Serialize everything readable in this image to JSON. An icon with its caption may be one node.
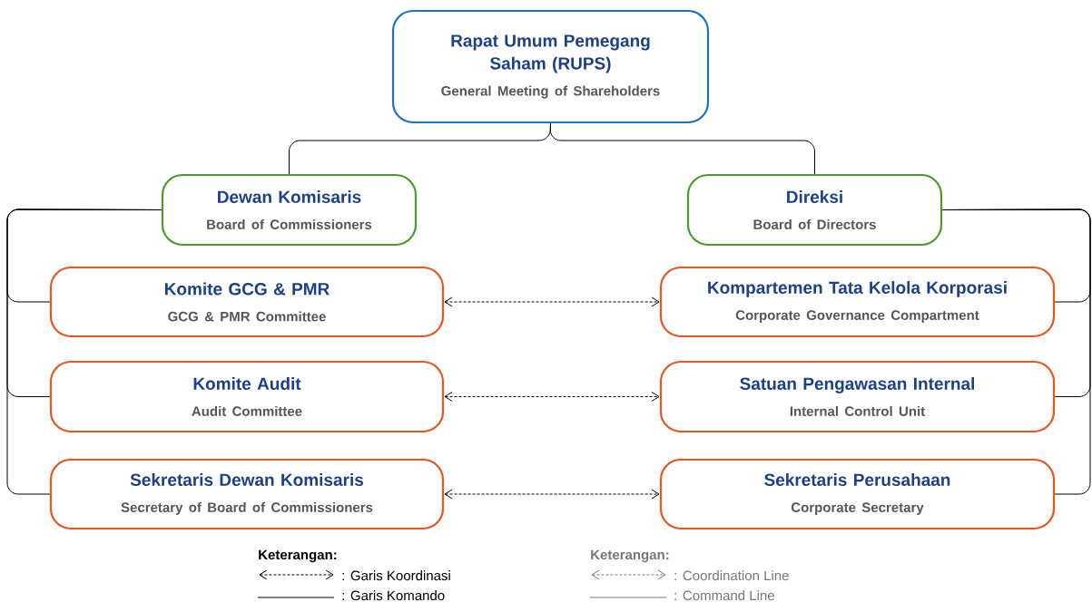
{
  "diagram": {
    "nodes": [
      {
        "text": [
          "Rapat Umum Pemegang Saham (RUPS)",
          "General Meeting of Shareholders"
        ]
      },
      {
        "text": [
          "Dewan Komisaris",
          "Board of Commissioners"
        ]
      },
      {
        "text": [
          "Direksi",
          "Board of Directors"
        ]
      },
      {
        "text": [
          "Komite GCG & PMR",
          "GCG & PMR Committee"
        ]
      },
      {
        "text": [
          "Kompartemen Tata Kelola Korporasi",
          "Corporate Governance Compartment"
        ]
      },
      {
        "text": [
          "Komite Audit",
          "Audit Committee"
        ]
      },
      {
        "text": [
          "Satuan Pengawasan Internal",
          "Internal Control Unit"
        ]
      },
      {
        "text": [
          "Sekretaris Dewan Komisaris",
          "Secretary of Board of Commissioners"
        ]
      },
      {
        "text": [
          "Sekretaris Perusahaan",
          "Corporate Secretary"
        ]
      }
    ],
    "edges": [
      {
        "from": 0,
        "to": 1,
        "arrow": "none"
      },
      {
        "from": 0,
        "to": 2,
        "arrow": "none"
      },
      {
        "from": 1,
        "to": 3,
        "arrow": "none"
      },
      {
        "from": 1,
        "to": 5,
        "arrow": "none"
      },
      {
        "from": 1,
        "to": 7,
        "arrow": "none"
      },
      {
        "from": 2,
        "to": 4,
        "arrow": "none"
      },
      {
        "from": 2,
        "to": 6,
        "arrow": "none"
      },
      {
        "from": 2,
        "to": 8,
        "arrow": "none"
      },
      {
        "from": 3,
        "to": 4,
        "arrow": "both",
        "style": "dashed"
      },
      {
        "from": 5,
        "to": 6,
        "arrow": "both",
        "style": "dashed"
      },
      {
        "from": 7,
        "to": 8,
        "arrow": "both",
        "style": "dashed"
      }
    ],
    "labels": [
      "Keterangan:",
      "Keterangan:"
    ],
    "legend": [
      {
        "text": ": Garis Koordinasi"
      },
      {
        "text": ": Garis Komando"
      },
      {
        "text": ": Coordination Line"
      },
      {
        "text": ": Command Line"
      }
    ]
  }
}
